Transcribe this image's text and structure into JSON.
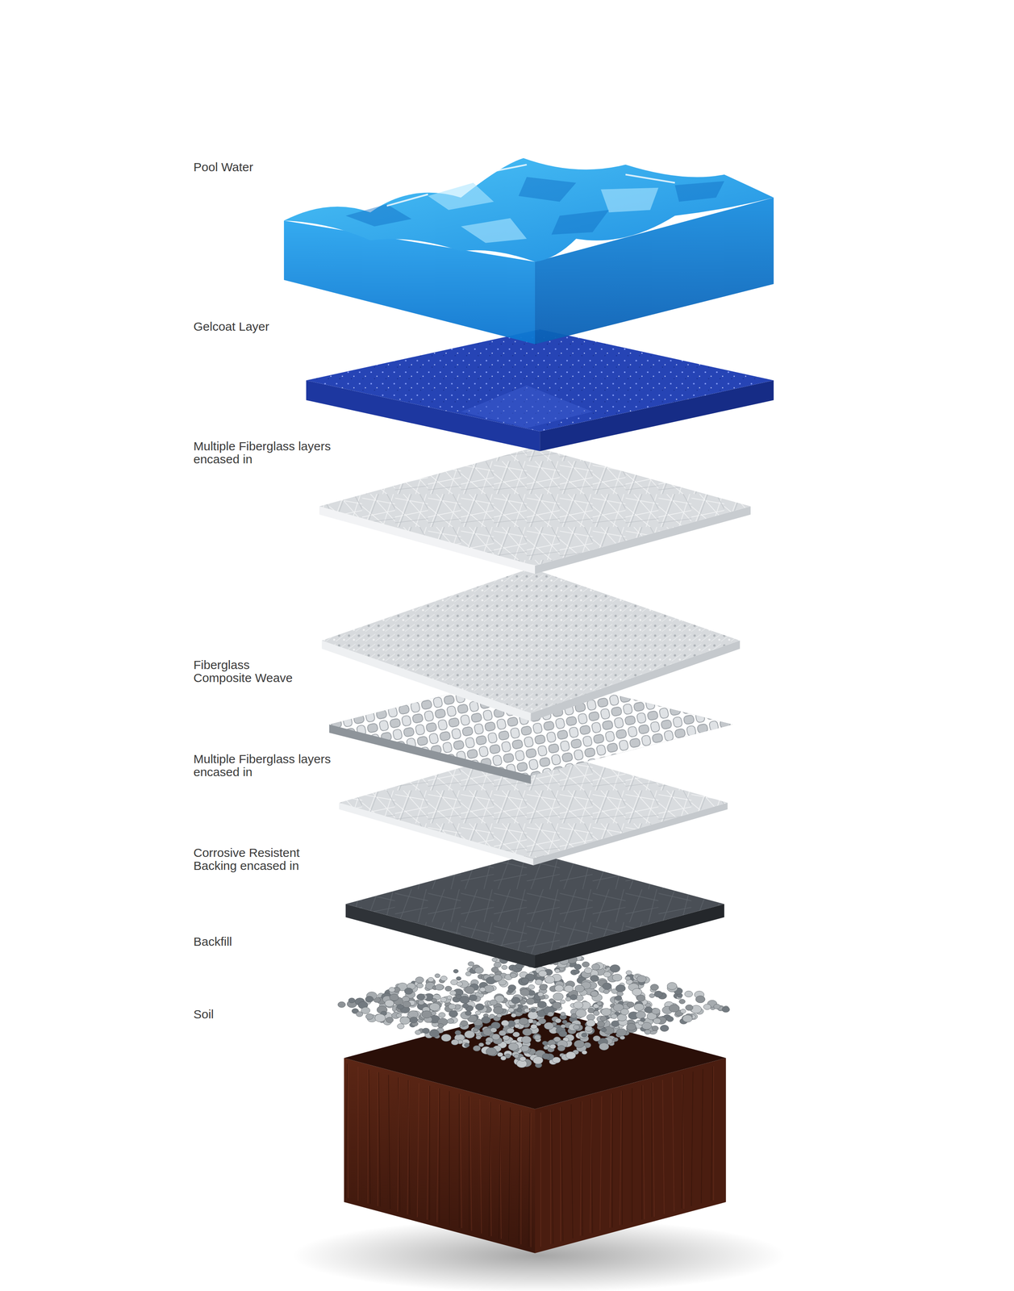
{
  "diagram": {
    "labels": [
      "Pool Water",
      "Gelcoat Layer",
      "Multiple Fiberglass layers encased in",
      "Fiberglass Composite Weave",
      "Multiple Fiberglass layers encased in",
      "Corrosive Resistent Backing encased in",
      "Backfill",
      "Soil"
    ]
  }
}
